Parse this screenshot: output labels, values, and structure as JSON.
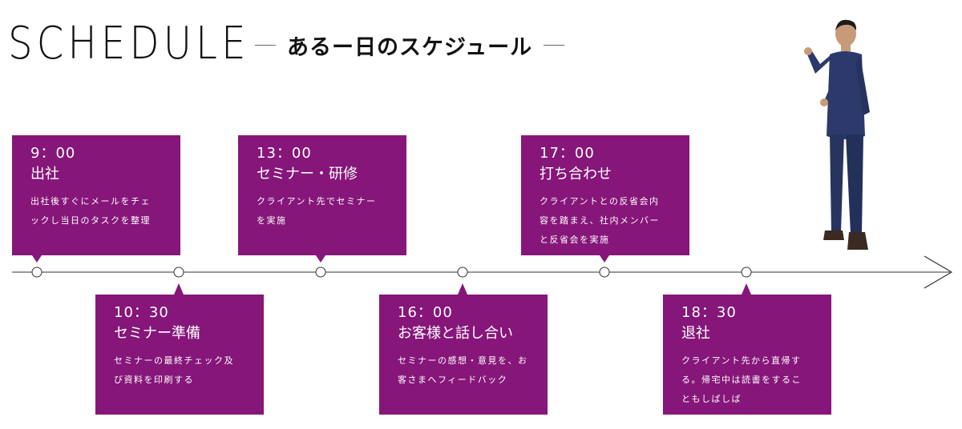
{
  "header": {
    "title": "SCHEDULE",
    "subtitle": "あるー日のスケジュール"
  },
  "colors": {
    "card": "#861679",
    "line": "#333333",
    "suit": "#2b3a6b"
  },
  "events": [
    {
      "time": "9：00",
      "label": "出社",
      "desc": [
        "出社後すぐにメールをチェ",
        "ックし当日のタスクを整理"
      ]
    },
    {
      "time": "10：30",
      "label": "セミナー準備",
      "desc": [
        "セミナーの最終チェック及",
        "び資料を印刷する"
      ]
    },
    {
      "time": "13：00",
      "label": "セミナー・研修",
      "desc": [
        "クライアント先でセミナー",
        "を実施"
      ]
    },
    {
      "time": "16：00",
      "label": "お客様と話し合い",
      "desc": [
        "セミナーの感想・意見を、お",
        "客さまへフィードバック"
      ]
    },
    {
      "time": "17：00",
      "label": "打ち合わせ",
      "desc": [
        "クライアントとの反省会内",
        "容を踏まえ、社内メンバー",
        "と反省会を実施"
      ]
    },
    {
      "time": "18：30",
      "label": "退社",
      "desc": [
        "クライアント先から直帰す",
        "る。帰宅中は読書をするこ",
        "ともしばしば"
      ]
    }
  ],
  "illustration": {
    "icon": "businessman-presenting-icon"
  }
}
